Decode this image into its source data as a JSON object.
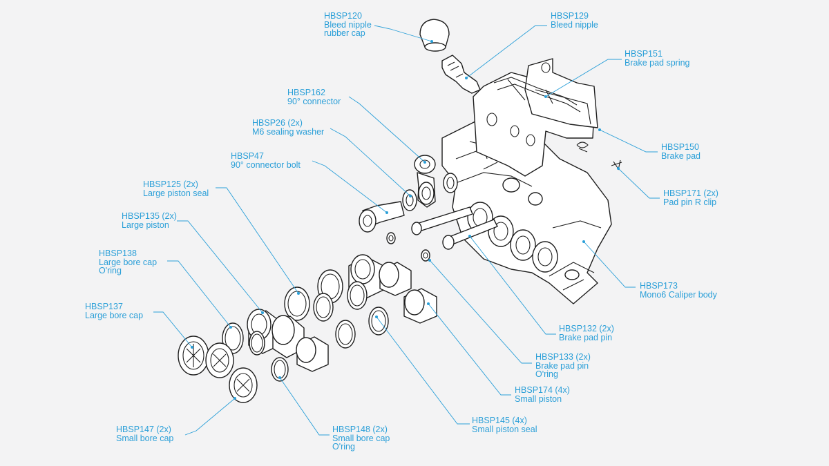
{
  "colors": {
    "background": "#f3f3f4",
    "label": "#2a9fd8",
    "ink": "#1d1d1d"
  },
  "labels": [
    {
      "key": "hbsp120",
      "code": "HBSP120",
      "desc": [
        "Bleed nipple",
        "rubber cap"
      ]
    },
    {
      "key": "hbsp129",
      "code": "HBSP129",
      "desc": [
        "Bleed nipple"
      ]
    },
    {
      "key": "hbsp151",
      "code": "HBSP151",
      "desc": [
        "Brake pad spring"
      ]
    },
    {
      "key": "hbsp162",
      "code": "HBSP162",
      "desc": [
        "90° connector"
      ]
    },
    {
      "key": "hbsp26",
      "code": "HBSP26 (2x)",
      "desc": [
        "M6 sealing washer"
      ]
    },
    {
      "key": "hbsp47",
      "code": "HBSP47",
      "desc": [
        "90° connector bolt"
      ]
    },
    {
      "key": "hbsp125",
      "code": "HBSP125 (2x)",
      "desc": [
        "Large piston seal"
      ]
    },
    {
      "key": "hbsp135",
      "code": "HBSP135 (2x)",
      "desc": [
        "Large piston"
      ]
    },
    {
      "key": "hbsp138",
      "code": "HBSP138",
      "desc": [
        "Large bore cap",
        "O'ring"
      ]
    },
    {
      "key": "hbsp137",
      "code": "HBSP137",
      "desc": [
        "Large bore cap"
      ]
    },
    {
      "key": "hbsp150",
      "code": "HBSP150",
      "desc": [
        "Brake pad"
      ]
    },
    {
      "key": "hbsp171",
      "code": "HBSP171 (2x)",
      "desc": [
        "Pad pin R clip"
      ]
    },
    {
      "key": "hbsp173",
      "code": "HBSP173",
      "desc": [
        "Mono6 Caliper body"
      ]
    },
    {
      "key": "hbsp132",
      "code": "HBSP132 (2x)",
      "desc": [
        "Brake pad pin"
      ]
    },
    {
      "key": "hbsp133",
      "code": "HBSP133 (2x)",
      "desc": [
        "Brake pad pin",
        "O'ring"
      ]
    },
    {
      "key": "hbsp174",
      "code": "HBSP174 (4x)",
      "desc": [
        "Small piston"
      ]
    },
    {
      "key": "hbsp145",
      "code": "HBSP145 (4x)",
      "desc": [
        "Small piston seal"
      ]
    },
    {
      "key": "hbsp147",
      "code": "HBSP147 (2x)",
      "desc": [
        "Small bore cap"
      ]
    },
    {
      "key": "hbsp148",
      "code": "HBSP148 (2x)",
      "desc": [
        "Small bore cap",
        "O'ring"
      ]
    }
  ]
}
